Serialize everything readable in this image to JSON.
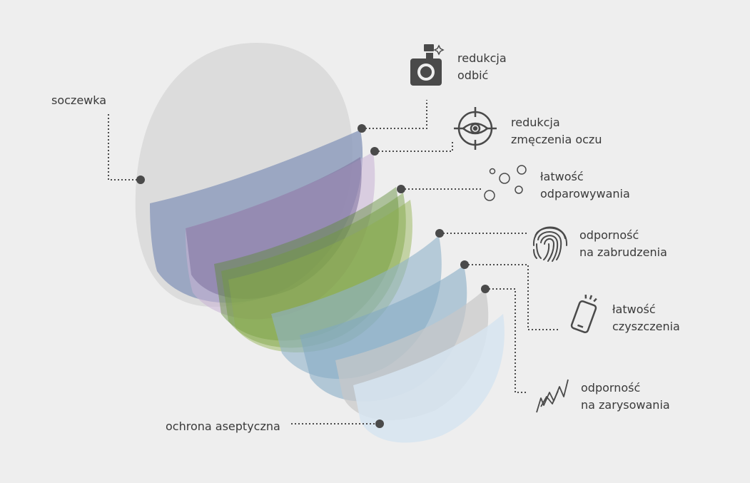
{
  "labels": {
    "lens": "soczewka",
    "aseptic": "ochrona aseptyczna",
    "reflection": [
      "redukcja",
      "odbić"
    ],
    "eye_fatigue": [
      "redukcja",
      "zmęczenia oczu"
    ],
    "fog": [
      "łatwość",
      "odparowywania"
    ],
    "dirt": [
      "odporność",
      "na zabrudzenia"
    ],
    "cleaning": [
      "łatwość",
      "czyszczenia"
    ],
    "scratch": [
      "odporność",
      "na zarysowania"
    ]
  },
  "icons": {
    "reflection": "camera-flash-icon",
    "eye_fatigue": "eye-target-icon",
    "fog": "water-droplets-icon",
    "dirt": "fingerprint-icon",
    "cleaning": "phone-icon",
    "scratch": "scratch-icon"
  },
  "colors": {
    "background": "#eeeeee",
    "lens": "#dcdcdc",
    "anti_reflection_layer": "#8f9dbd",
    "eye_fatigue_layer": "#c9b3d6",
    "anti_fog_layer": "#6f9a3a",
    "anti_dirt_layer": "#8fb3c9",
    "cleaning_layer": "#a8c4d6",
    "scratch_layer": "#c8c8c8",
    "aseptic_layer": "#d6e4f0",
    "connector": "#4a4a4a",
    "text": "#3a3a3a"
  }
}
